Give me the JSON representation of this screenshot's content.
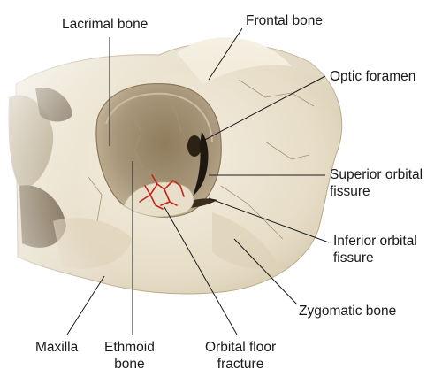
{
  "labels": {
    "lacrimal_bone": "Lacrimal bone",
    "frontal_bone": "Frontal bone",
    "optic_foramen": "Optic foramen",
    "superior_orbital_fissure": [
      "Superior orbital",
      "fissure"
    ],
    "inferior_orbital_fissure": [
      "Inferior orbital",
      "fissure"
    ],
    "zygomatic_bone": "Zygomatic bone",
    "maxilla": "Maxilla",
    "ethmoid_bone": [
      "Ethmoid",
      "bone"
    ],
    "orbital_floor_fracture": [
      "Orbital floor",
      "fracture"
    ]
  },
  "colors": {
    "bone": "#ece4d2",
    "bone_shadow": "#c9bc9f",
    "orbit_cavity": "#9c8a6b",
    "fracture": "#c0281c",
    "leader_line": "#1a1a1a"
  }
}
